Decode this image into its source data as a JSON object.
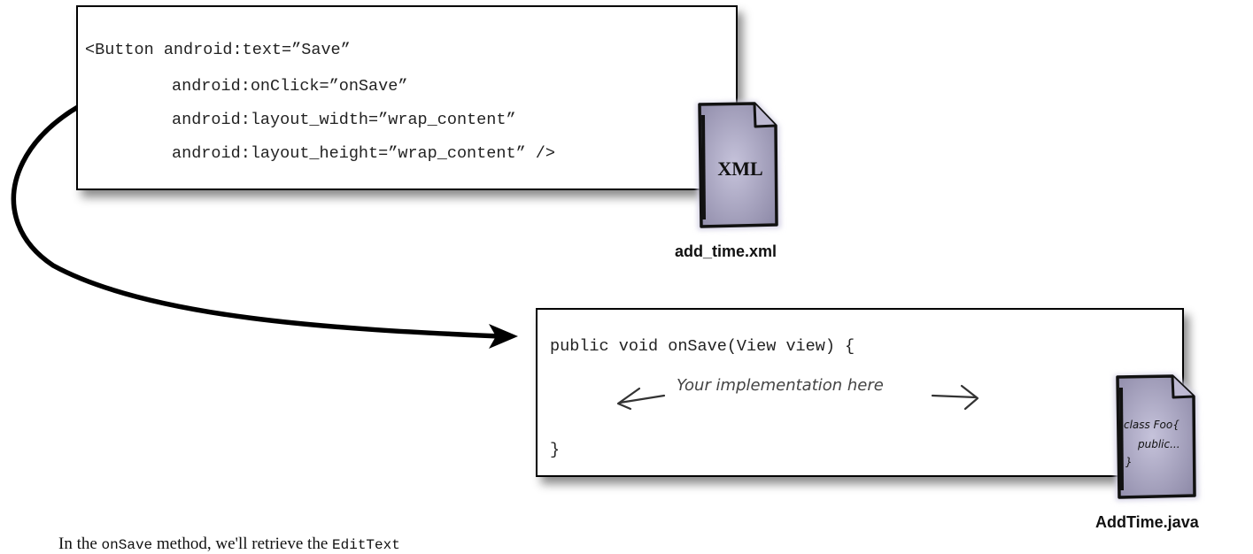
{
  "xml_code": {
    "line1": "<Button android:text=”Save”",
    "line2": "android:onClick=”onSave”",
    "line3": "android:layout_width=”wrap_content”",
    "line4": "android:layout_height=”wrap_content” />"
  },
  "xml_file": {
    "icon_text": "XML",
    "label": "add_time.xml"
  },
  "java_code": {
    "line1": "public void onSave(View view) {",
    "comment": "Your implementation here",
    "line3": "}"
  },
  "java_file": {
    "icon_line1": "class Foo{",
    "icon_line2": "public...",
    "icon_line3": "}",
    "label": "AddTime.java"
  },
  "body_text": {
    "part1": "In the ",
    "part2": "onSave",
    "part3": "method, we'll retrieve the ",
    "part4": "EditText"
  },
  "colors": {
    "file_icon_fill": "#a9a5c4",
    "file_icon_dark": "#6e6a86",
    "box_border": "#000000"
  }
}
